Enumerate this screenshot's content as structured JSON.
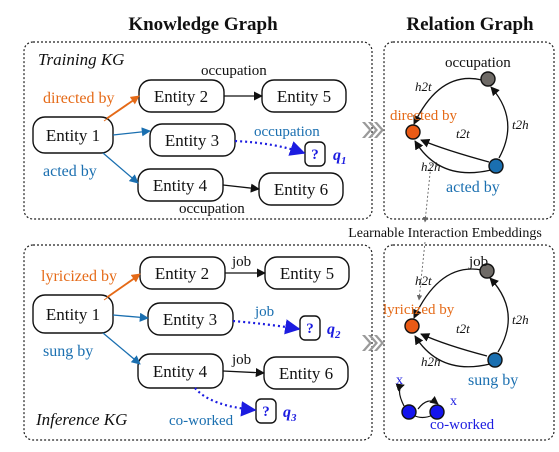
{
  "headings": {
    "knowledge_graph": "Knowledge Graph",
    "relation_graph": "Relation Graph"
  },
  "training": {
    "label": "Training KG",
    "entities": [
      "Entity 1",
      "Entity 2",
      "Entity 3",
      "Entity 4",
      "Entity 5",
      "Entity 6"
    ],
    "edge_labels": {
      "directed_by": "directed by",
      "acted_by": "acted by",
      "occupation_top": "occupation",
      "occupation_query": "occupation",
      "occupation_bottom": "occupation"
    },
    "query_box": "?",
    "query_label": "q",
    "query_sub": "1"
  },
  "inference": {
    "label": "Inference KG",
    "entities": [
      "Entity 1",
      "Entity 2",
      "Entity 3",
      "Entity 4",
      "Entity 5",
      "Entity 6"
    ],
    "edge_labels": {
      "lyricized_by": "lyricized by",
      "sung_by": "sung by",
      "job_top": "job",
      "job_query": "job",
      "job_bottom": "job",
      "co_worked": "co-worked"
    },
    "query_box": "?",
    "query_labels": [
      {
        "text": "q",
        "sub": "2"
      },
      {
        "text": "q",
        "sub": "3"
      }
    ]
  },
  "relation_graph_training": {
    "nodes": {
      "occupation": "occupation",
      "directed_by": "directed by",
      "acted_by": "acted by"
    },
    "edges": {
      "h2t": "h2t",
      "t2t": "t2t",
      "t2h": "t2h",
      "h2h": "h2h"
    }
  },
  "relation_graph_inference": {
    "nodes": {
      "job": "job",
      "lyricized_by": "lyricized by",
      "sung_by": "sung by",
      "co_worked": "co-worked"
    },
    "edges": {
      "h2t": "h2t",
      "t2t": "t2t",
      "t2h": "t2h",
      "h2h": "h2h",
      "x1": "x",
      "x2": "x"
    }
  },
  "center_label": "Learnable Interaction Embeddings",
  "colors": {
    "orange": "#e56a17",
    "blue": "#1a6fb0",
    "query_blue": "#1c1ce0",
    "gray_node": "#6e6a66",
    "orange_node": "#ea5a15",
    "blue_node": "#1a6fb0",
    "dark_blue_node": "#1414ee"
  }
}
